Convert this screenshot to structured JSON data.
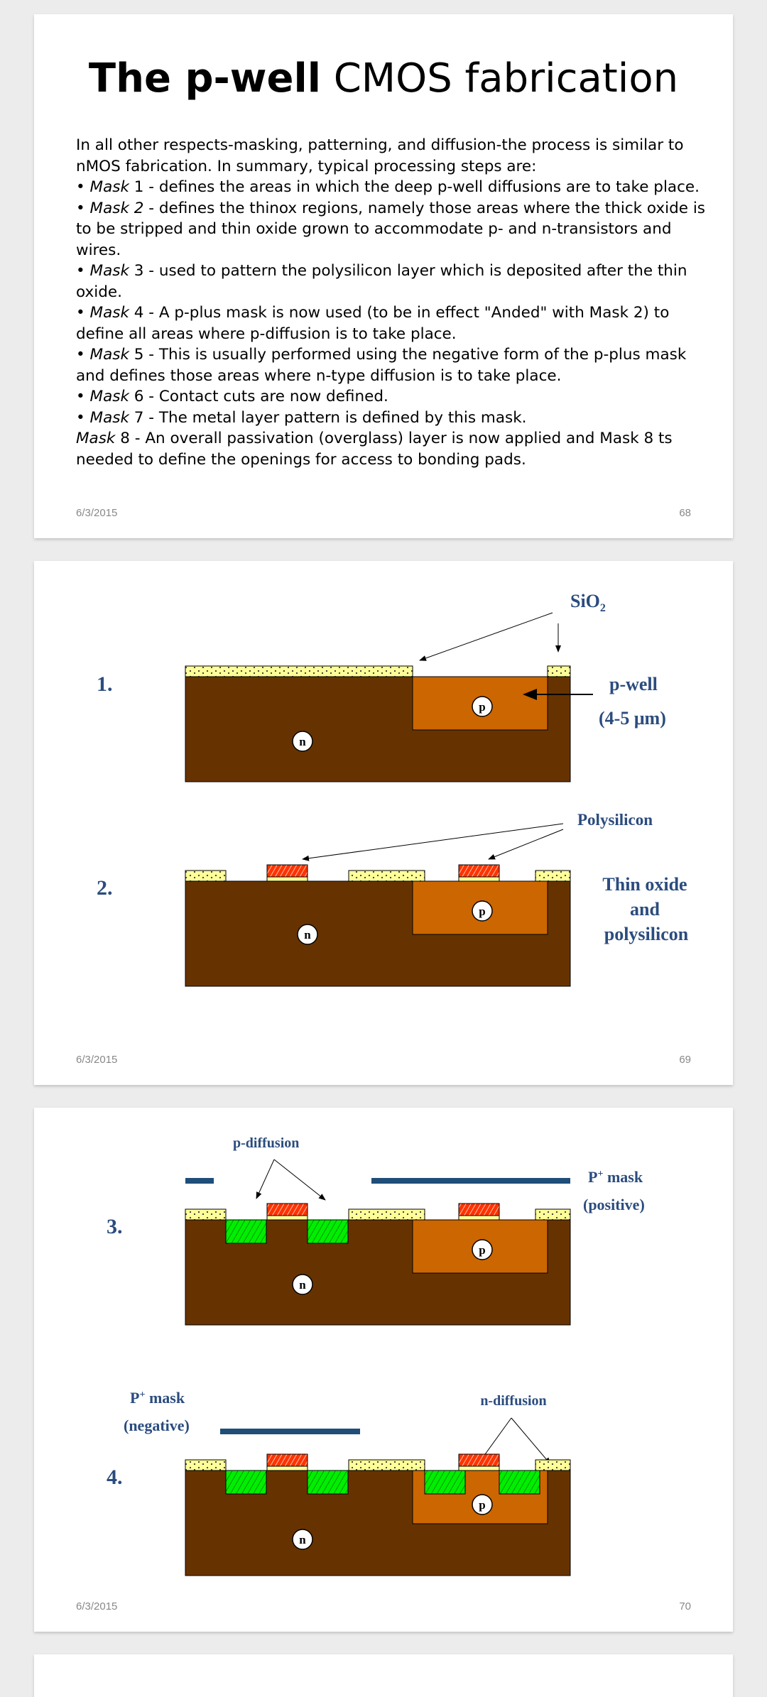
{
  "slide1": {
    "title_bold": "The p-well",
    "title_rest": " CMOS fabrication",
    "lines": [
      {
        "pre": "",
        "em": "",
        "post": "In all other respects-masking, patterning, and diffusion-the process is similar to nMOS fabrication. In summary, typical processing steps are:"
      },
      {
        "pre": "• ",
        "em": "Mask",
        "post": " 1 - defines the areas in which the deep p-well diffusions are to take place."
      },
      {
        "pre": "• ",
        "em": "Mask 2",
        "post": " - defines the thinox regions, namely those areas where the thick oxide is to be stripped and thin oxide grown to accommodate p- and n-transistors and wires."
      },
      {
        "pre": "• ",
        "em": "Mask",
        "post": " 3 - used to pattern the polysilicon layer which is deposited after the thin oxide."
      },
      {
        "pre": "• ",
        "em": "Mask",
        "post": " 4 - A p-plus mask is now used (to be in effect \"Anded\" with Mask 2) to define all areas where p-diffusion is to take place."
      },
      {
        "pre": "• ",
        "em": "Mask",
        "post": " 5 - This is usually performed using the negative form of the p-plus mask and defines those areas where n-type diffusion is to take place."
      },
      {
        "pre": "• ",
        "em": "Mask",
        "post": " 6 - Contact cuts are now defined."
      },
      {
        "pre": "• ",
        "em": "Mask",
        "post": " 7 - The metal layer pattern is defined by this mask."
      },
      {
        "pre": "",
        "em": "Mask",
        "post": " 8 - An overall passivation (overglass) layer is now applied and Mask 8 ts needed to define the openings for access to bonding pads."
      }
    ],
    "date": "6/3/2015",
    "page": "68"
  },
  "slide2": {
    "step1_num": "1.",
    "step2_num": "2.",
    "sio2_label": "SiO",
    "sio2_sub": "2",
    "pwell_label": "p-well",
    "pwell_depth": "(4-5 μm)",
    "poly_label": "Polysilicon",
    "thin_oxide_label": [
      "Thin oxide",
      "and",
      "polysilicon"
    ],
    "n_label": "n",
    "p_label": "p",
    "date": "6/3/2015",
    "page": "69"
  },
  "slide3": {
    "step3_num": "3.",
    "step4_num": "4.",
    "pdiff_label": "p-diffusion",
    "pplus_pos_label": "P",
    "pplus_pos_sup": "+",
    "pplus_pos_mask": " mask",
    "pplus_pos_paren": "(positive)",
    "pplus_neg_label": "P",
    "pplus_neg_sup": "+",
    "pplus_neg_mask": " mask",
    "pplus_neg_paren": "(negative)",
    "ndiff_label": "n-diffusion",
    "n_label": "n",
    "p_label": "p",
    "date": "6/3/2015",
    "page": "70"
  },
  "colors": {
    "substrate": "#663300",
    "pwell": "#cc6600",
    "oxide": "#ffff99",
    "poly": "#ff3300",
    "diffusion": "#00ee00",
    "label": "#2b4c7e",
    "mask": "#1f4e79"
  }
}
